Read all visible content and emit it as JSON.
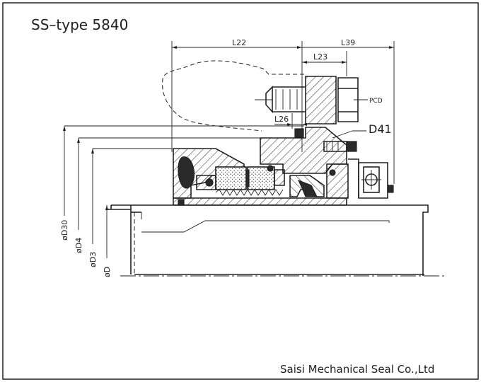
{
  "title": "SS–type 5840",
  "company": "Saisi Mechanical Seal Co.,Ltd",
  "dimensions": {
    "l22": "L22",
    "l39": "L39",
    "l23": "L23",
    "l26": "L26",
    "pcd": "PCD",
    "d41": "D41",
    "d30": "øD30",
    "d4": "øD4",
    "d3": "øD3",
    "d": "øD"
  }
}
